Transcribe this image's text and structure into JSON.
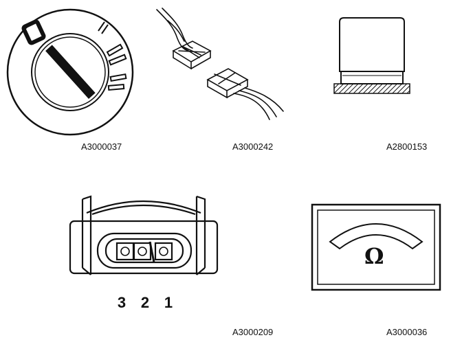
{
  "figures": [
    {
      "code": "A3000037",
      "depicts": "ignition-switch-icon"
    },
    {
      "code": "A3000242",
      "depicts": "connector-pair-icon"
    },
    {
      "code": "A2800153",
      "depicts": "relay-icon"
    },
    {
      "code": "A3000209",
      "depicts": "three-pin-connector-icon",
      "pins": [
        "3",
        "2",
        "1"
      ]
    },
    {
      "code": "A3000036",
      "depicts": "ohmmeter-icon",
      "symbol": "Ω"
    }
  ]
}
